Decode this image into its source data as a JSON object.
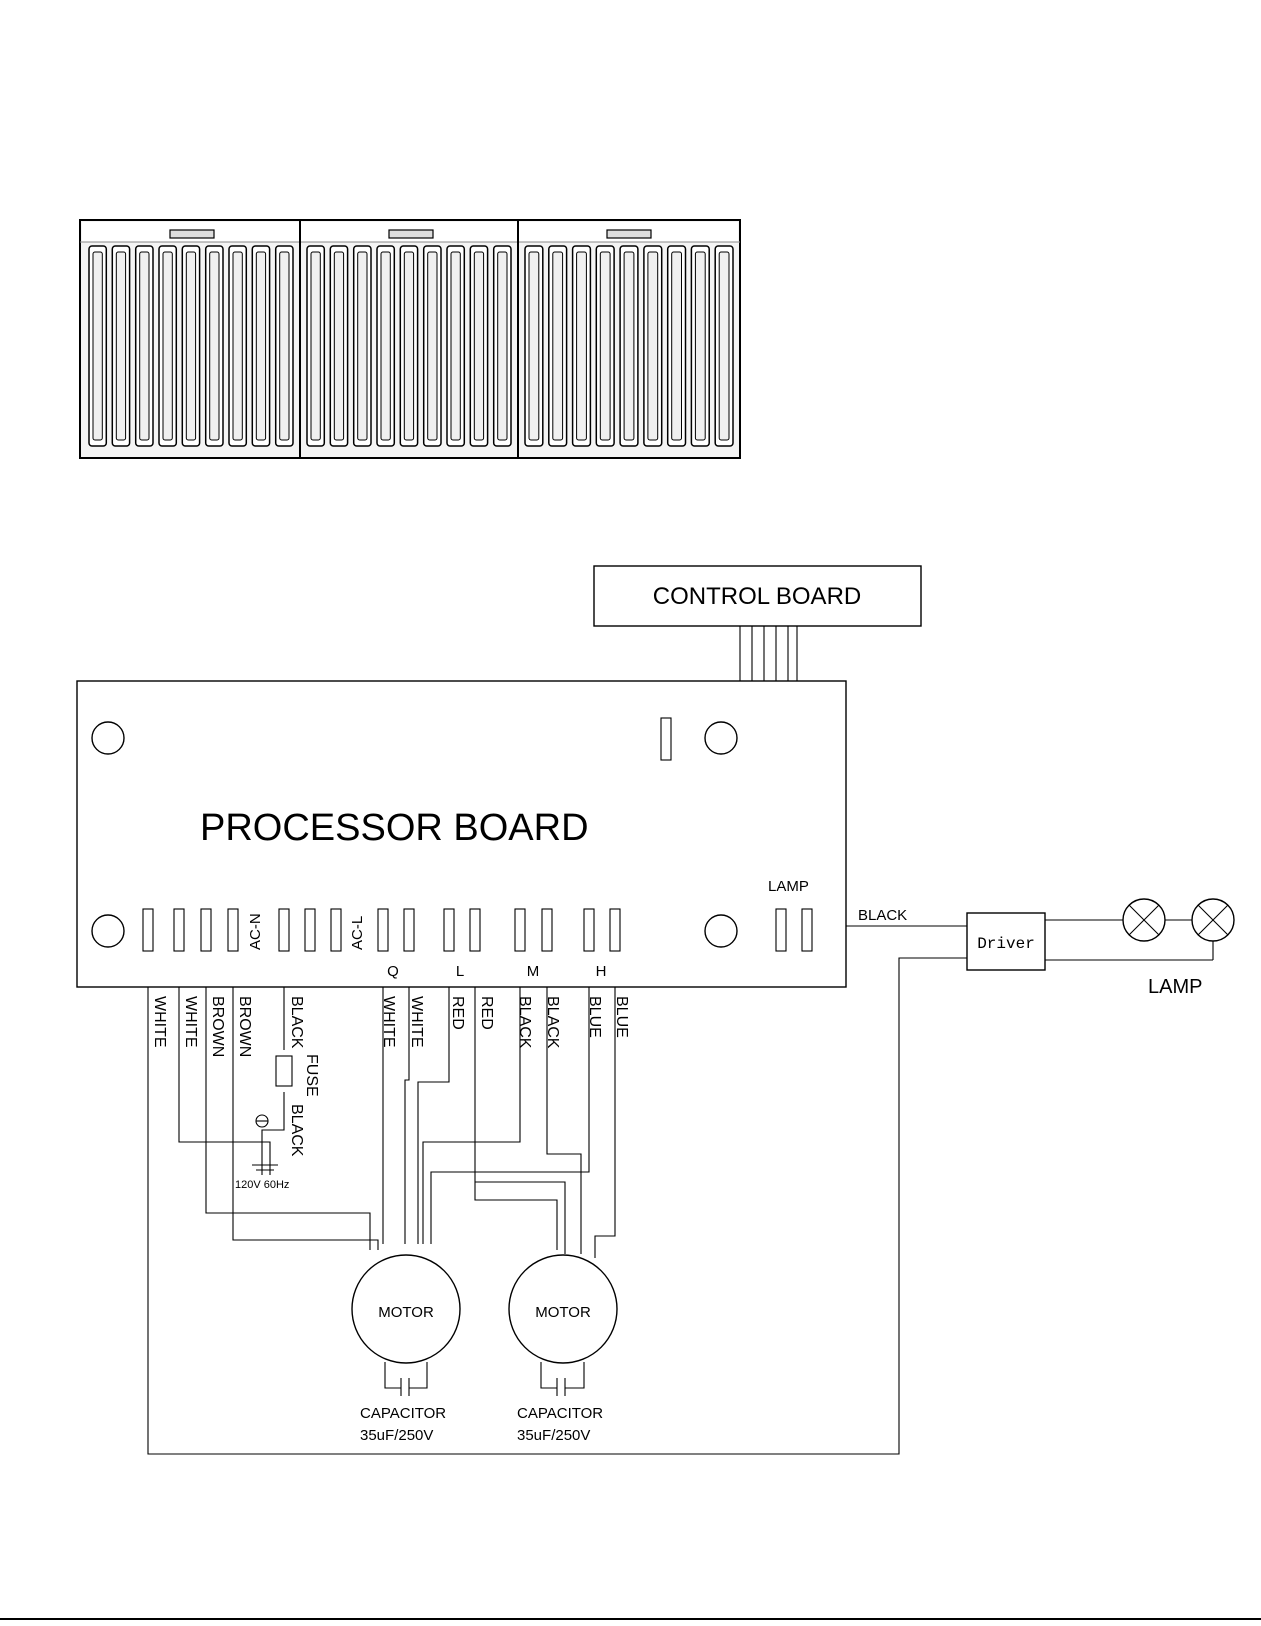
{
  "control_board": {
    "label": "CONTROL BOARD"
  },
  "processor_board": {
    "label": "PROCESSOR BOARD",
    "lamp_header": "LAMP",
    "terminals": {
      "ac_n": "AC-N",
      "ac_l": "AC-L",
      "q": "Q",
      "l": "L",
      "m": "M",
      "h": "H"
    }
  },
  "wires": {
    "white_1": "WHITE",
    "white_2": "WHITE",
    "brown_1": "BROWN",
    "brown_2": "BROWN",
    "black_1": "BLACK",
    "fuse": "FUSE",
    "black_2": "BLACK",
    "white_3": "WHITE",
    "white_4": "WHITE",
    "red_1": "RED",
    "red_2": "RED",
    "black_3": "BLACK",
    "black_4": "BLACK",
    "blue_1": "BLUE",
    "blue_2": "BLUE",
    "lamp_black": "BLACK"
  },
  "power": {
    "label": "120V 60Hz"
  },
  "driver": {
    "label": "Driver"
  },
  "lamp": {
    "label": "LAMP"
  },
  "motors": [
    {
      "label": "MOTOR",
      "capacitor_line1": "CAPACITOR",
      "capacitor_line2": "35uF/250V"
    },
    {
      "label": "MOTOR",
      "capacitor_line1": "CAPACITOR",
      "capacitor_line2": "35uF/250V"
    }
  ]
}
